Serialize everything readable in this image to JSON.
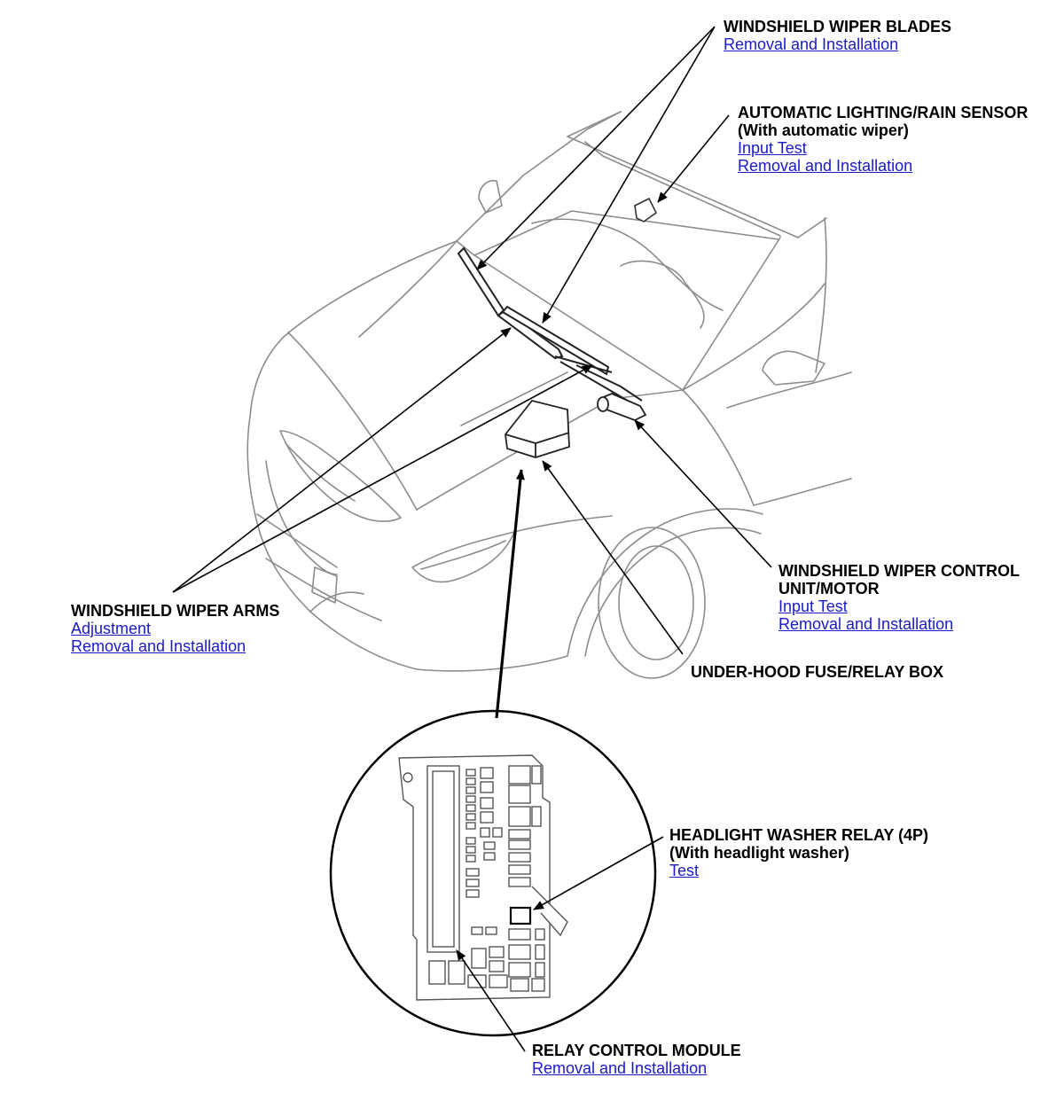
{
  "callouts": {
    "wiper_blades": {
      "title": "WINDSHIELD WIPER BLADES",
      "links": [
        "Removal and Installation"
      ]
    },
    "rain_sensor": {
      "title": "AUTOMATIC LIGHTING/RAIN SENSOR",
      "subtitle": "(With automatic wiper)",
      "links": [
        "Input Test",
        "Removal and Installation"
      ]
    },
    "wiper_control_unit": {
      "title_line1": "WINDSHIELD WIPER CONTROL",
      "title_line2": "UNIT/MOTOR",
      "links": [
        "Input Test",
        "Removal and Installation"
      ]
    },
    "wiper_arms": {
      "title": "WINDSHIELD WIPER ARMS",
      "links": [
        "Adjustment",
        "Removal and Installation"
      ]
    },
    "fuse_relay_box": {
      "title": "UNDER-HOOD FUSE/RELAY BOX"
    },
    "headlight_washer_relay": {
      "title": "HEADLIGHT WASHER RELAY (4P)",
      "subtitle": "(With headlight washer)",
      "links": [
        "Test"
      ]
    },
    "relay_control_module": {
      "title": "RELAY CONTROL MODULE",
      "links": [
        "Removal and Installation"
      ]
    }
  },
  "colors": {
    "link": "#1a1acc",
    "line_art": "#8c8c8c",
    "leader": "#000000"
  }
}
